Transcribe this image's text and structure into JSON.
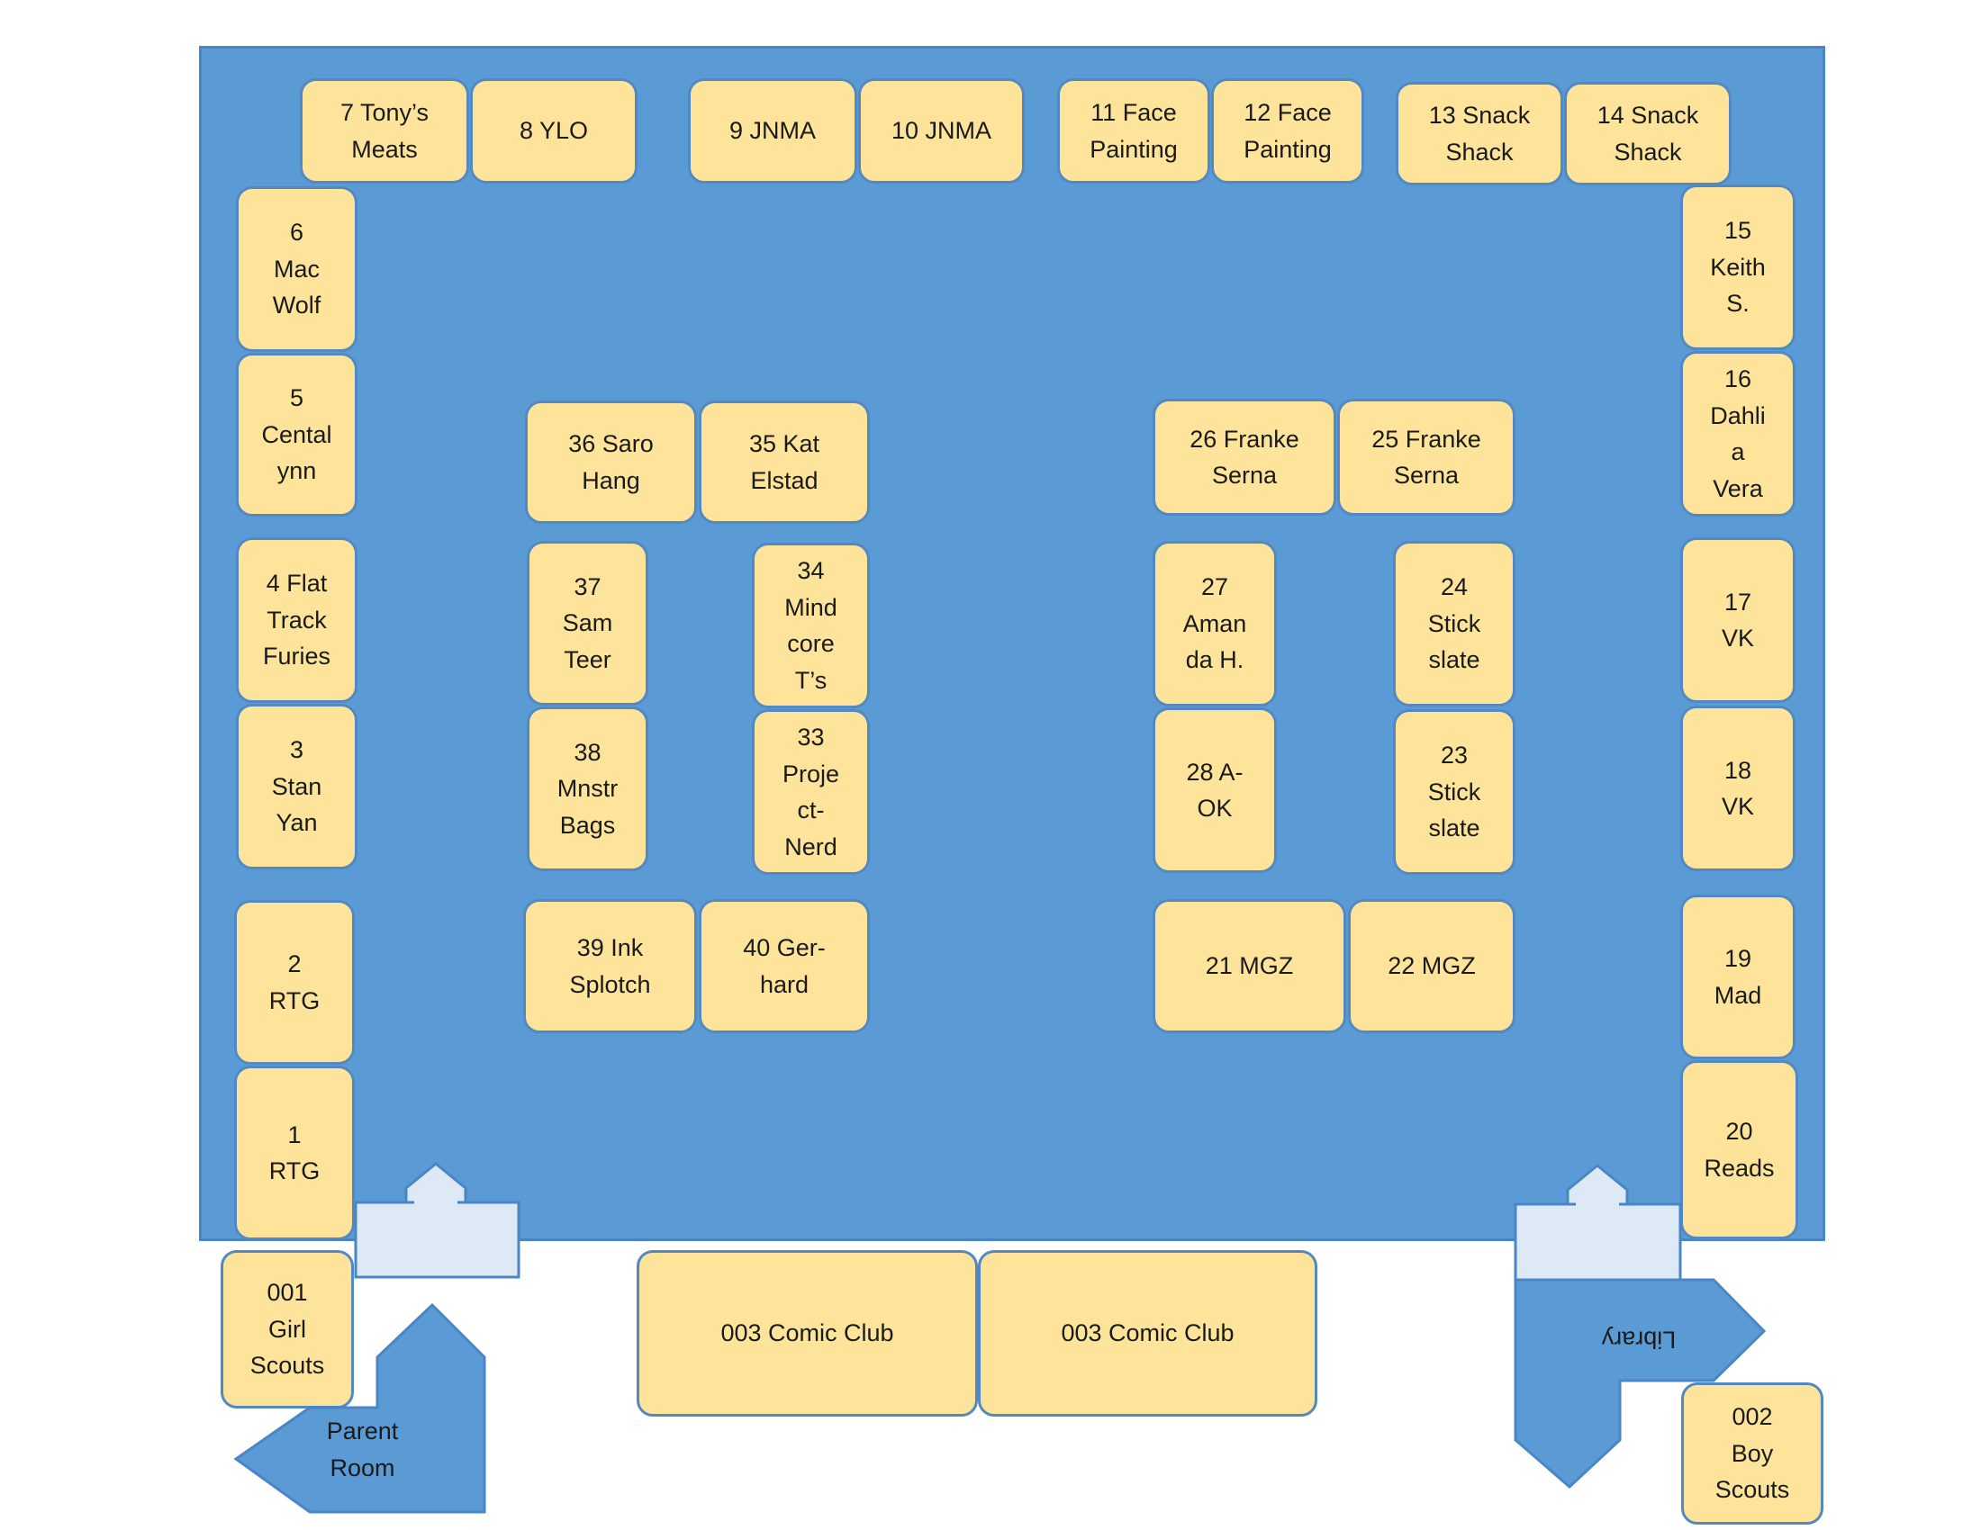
{
  "booths": {
    "b7": "7 Tony’s\nMeats",
    "b8": "8 YLO",
    "b9": "9 JNMA",
    "b10": "10 JNMA",
    "b11": "11 Face\nPainting",
    "b12": "12 Face\nPainting",
    "b13": "13 Snack\nShack",
    "b14": "14 Snack\nShack",
    "b6": "6\nMac\nWolf",
    "b5": "5\nCental\nynn",
    "b4": "4 Flat\nTrack\nFuries",
    "b3": "3\nStan\nYan",
    "b2": "2\nRTG",
    "b1": "1\nRTG",
    "b15": "15\nKeith\nS.",
    "b16": "16\nDahli\na\nVera",
    "b17": "17\nVK",
    "b18": "18\nVK",
    "b19": "19\nMad",
    "b20": "20\nReads",
    "b36": "36 Saro\nHang",
    "b35": "35 Kat\nElstad",
    "b37": "37\nSam\nTeer",
    "b34": "34\nMind\ncore\nT’s",
    "b38": "38\nMnstr\nBags",
    "b33": "33\nProje\nct-\nNerd",
    "b39": "39 Ink\nSplotch",
    "b40": "40 Ger-\nhard",
    "b26": "26 Franke\nSerna",
    "b25": "25 Franke\nSerna",
    "b27": "27\nAman\nda H.",
    "b24": "24\nStick\nslate",
    "b28": "28 A-\nOK",
    "b23": "23\nStick\nslate",
    "b21": "21 MGZ",
    "b22": "22 MGZ",
    "b001": "001\nGirl\nScouts",
    "b003a": "003 Comic Club",
    "b003b": "003 Comic Club",
    "b002": "002\nBoy\nScouts"
  },
  "labels": {
    "parent_room": "Parent\nRoom",
    "library": "Library"
  },
  "colors": {
    "room_fill": "#5b9bd5",
    "booth_fill": "#fde49a",
    "booth_border": "#5289c2",
    "door_fill": "#dde9f5",
    "arrow_fill": "#5b9bd5"
  }
}
